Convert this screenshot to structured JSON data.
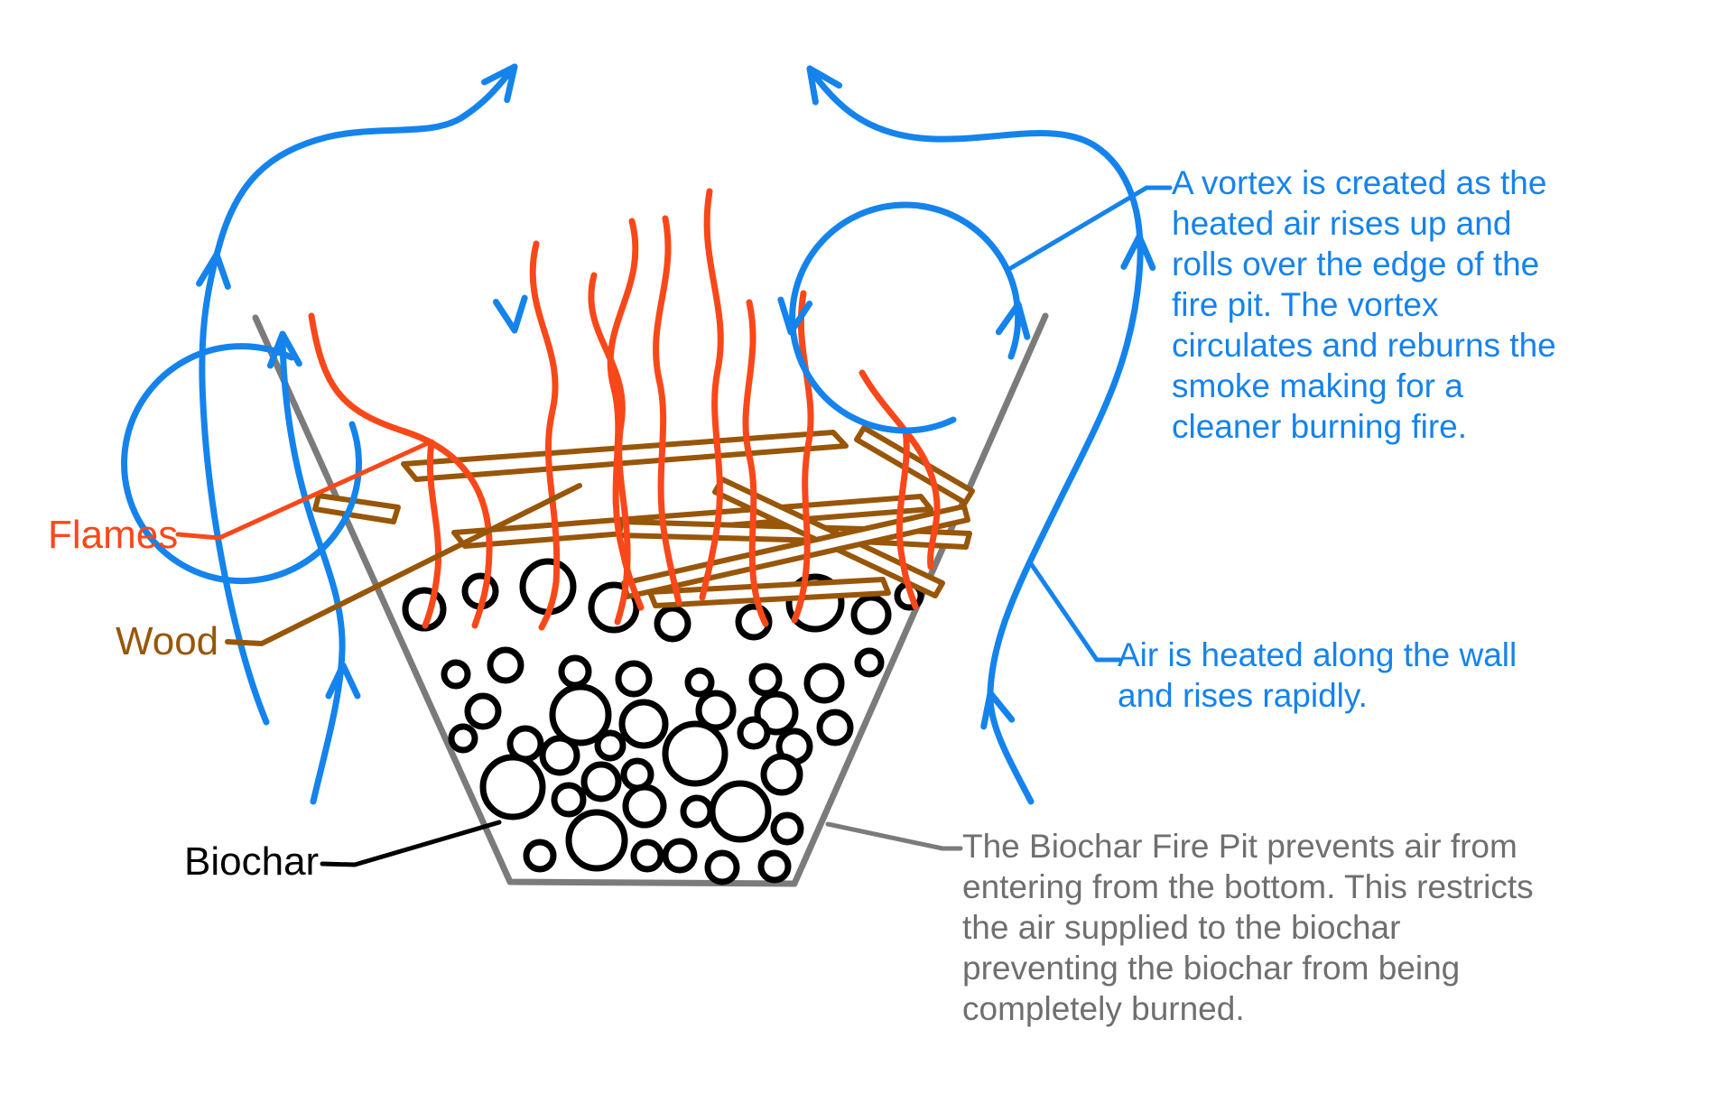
{
  "title": "Biochar Fire Pit diagram",
  "colors": {
    "background": "#FFFFFF",
    "air_blue": "#1583EC",
    "flame_orange": "#F8481A",
    "wood_brown": "#985609",
    "wall_gray": "#7B7B7B",
    "text_gray": "#6F6F6F",
    "biochar_black": "#000000"
  },
  "labels": {
    "flames": "Flames",
    "wood": "Wood",
    "biochar": "Biochar"
  },
  "annotations": {
    "vortex": {
      "lines": [
        "A vortex is created as the",
        "heated air rises up and",
        "rolls over the edge of the",
        "fire pit. The vortex",
        "circulates and reburns the",
        "smoke making for a",
        "cleaner burning fire."
      ]
    },
    "air": {
      "lines": [
        "Air is heated along the wall",
        "and rises rapidly."
      ]
    },
    "pit": {
      "lines": [
        "The Biochar Fire Pit prevents air from",
        "entering from the bottom. This restricts",
        "the air supplied to the biochar",
        "preventing the biochar from being",
        "completely burned."
      ]
    }
  },
  "icons": {
    "flow_arrowhead": "open-chevron"
  }
}
